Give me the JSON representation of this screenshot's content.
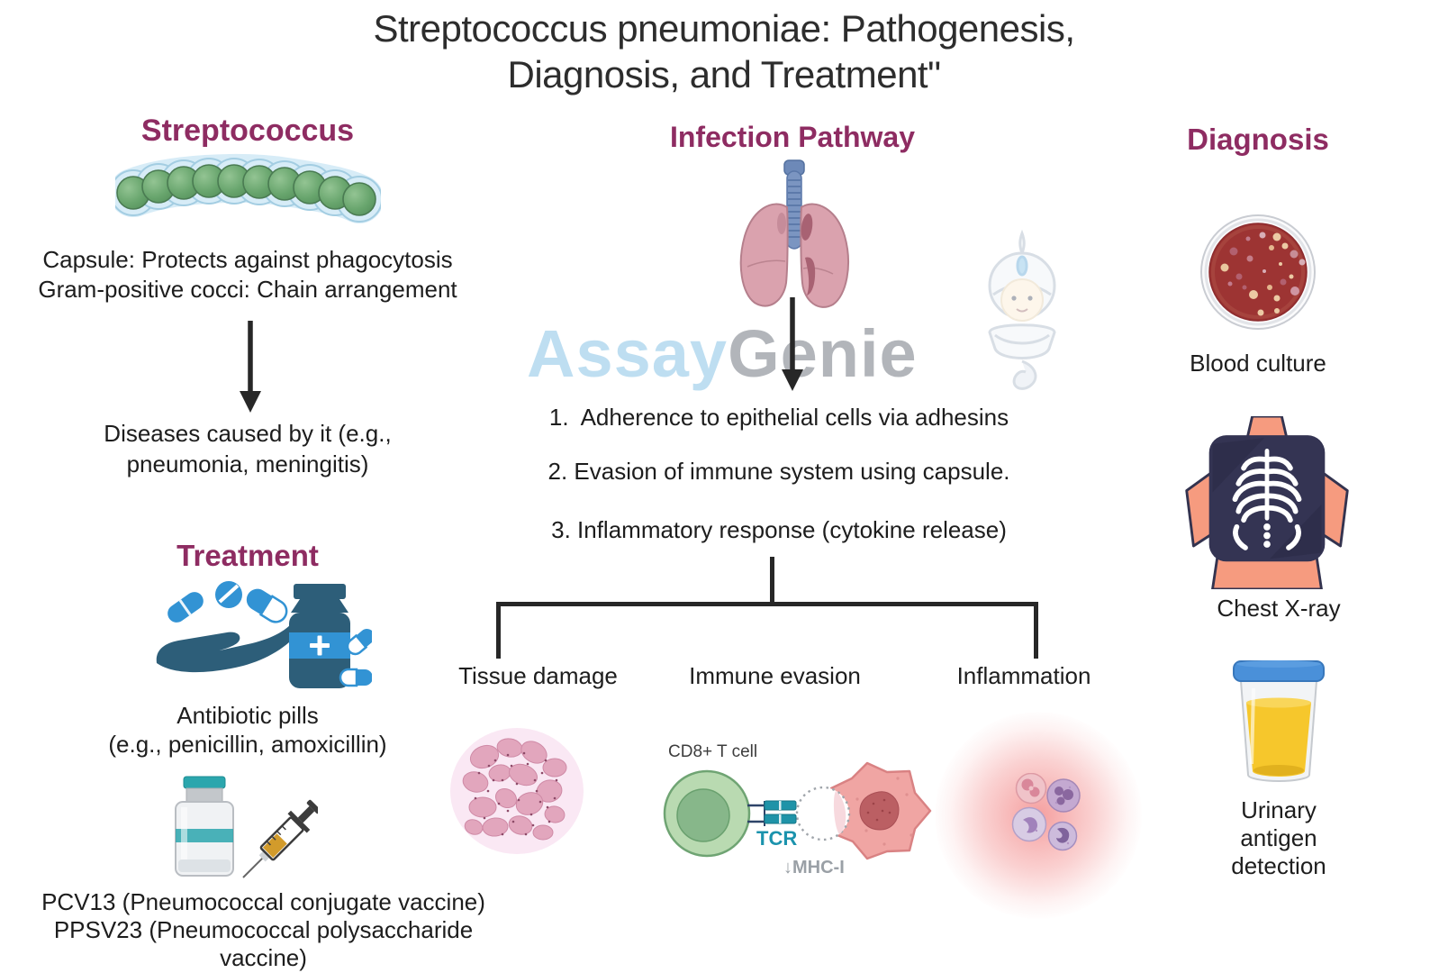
{
  "title": {
    "line1": "Streptococcus pneumoniae: Pathogenesis,",
    "line2": "Diagnosis, and Treatment\""
  },
  "colors": {
    "heading": "#8e2c62",
    "body_text": "#1d1d1d",
    "connector": "#272727",
    "tcr_teal": "#1b93ad",
    "mhc_gray": "#9aa0a6",
    "watermark_blue": "#aed7ee",
    "watermark_gray": "#9fa3aa"
  },
  "watermark": {
    "part1": "Assay",
    "part2": "Genie",
    "mascot_icon": "genie-mascot"
  },
  "streptococcus": {
    "heading": "Streptococcus",
    "bacteria_icon": "streptococcus-chain",
    "features": {
      "line1": "Capsule: Protects against phagocytosis",
      "line2": "Gram-positive cocci: Chain arrangement"
    },
    "arrow_icon": "down-arrow",
    "diseases": {
      "line1": "Diseases caused by it (e.g.,",
      "line2": "pneumonia, meningitis)"
    }
  },
  "treatment": {
    "heading": "Treatment",
    "icons": [
      "hand-with-pills",
      "medicine-bottle",
      "capsules"
    ],
    "antibiotics": {
      "line1": "Antibiotic pills",
      "line2": "(e.g., penicillin, amoxicillin)"
    },
    "vaccine_icons": [
      "vaccine-vial",
      "syringe"
    ],
    "vaccines": {
      "line1": "PCV13 (Pneumococcal conjugate vaccine)",
      "line2": "PPSV23 (Pneumococcal polysaccharide",
      "line3": "vaccine)"
    }
  },
  "infection_pathway": {
    "heading": "Infection Pathway",
    "lungs_icon": "lungs",
    "arrow_icon": "down-arrow",
    "steps": [
      "1.  Adherence to epithelial cells via adhesins",
      "2. Evasion of immune system using capsule.",
      "3. Inflammatory response (cytokine release)"
    ],
    "outcomes": {
      "tissue_damage": {
        "label": "Tissue damage",
        "icon": "tissue-histology"
      },
      "immune_evasion": {
        "label": "Immune evasion",
        "cell_label": "CD8+ T cell",
        "tcr_label": "TCR",
        "mhc_label": "↓MHC-I",
        "icons": [
          "t-cell",
          "tcr-receptor",
          "missing-mhc-dotted-circle",
          "tumor-cell"
        ]
      },
      "inflammation": {
        "label": "Inflammation",
        "icon": "inflamed-immune-cells"
      }
    }
  },
  "diagnosis": {
    "heading": "Diagnosis",
    "items": [
      {
        "label": "Blood culture",
        "icon": "blood-culture-plate"
      },
      {
        "label": "Chest X-ray",
        "icon": "chest-xray"
      },
      {
        "label": "Urinary antigen detection",
        "icon": "urine-sample-cup"
      }
    ]
  }
}
